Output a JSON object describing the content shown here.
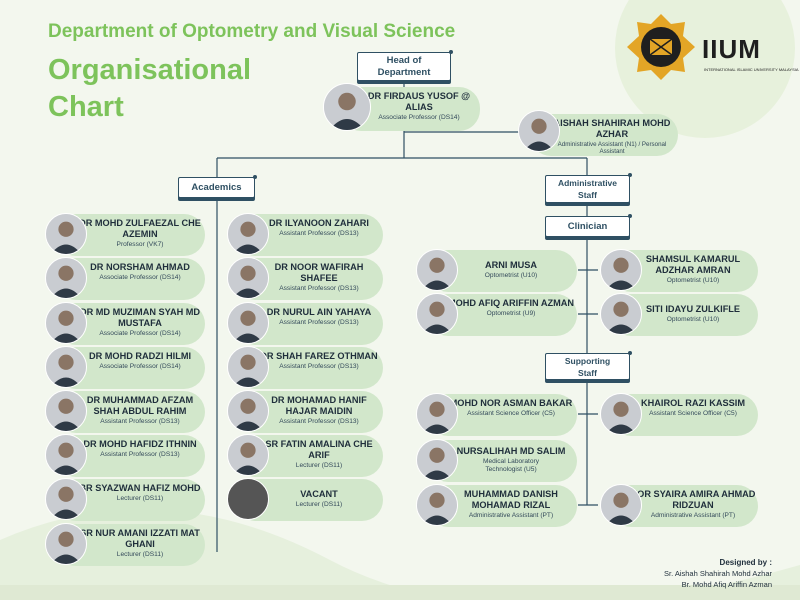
{
  "header": {
    "department": "Department of Optometry and Visual Science",
    "title_line1": "Organisational",
    "title_line2": "Chart"
  },
  "logo": {
    "text": "IIUM",
    "subtitle": "INTERNATIONAL ISLAMIC UNIVERSITY MALAYSIA"
  },
  "sections": {
    "head": "Head of Department",
    "academics": "Academics",
    "administrative": "Administrative Staff",
    "clinician": "Clinician",
    "supporting": "Supporting Staff"
  },
  "head": {
    "name": "DR FIRDAUS YUSOF @ ALIAS",
    "role": "Associate Professor (DS14)"
  },
  "assistant": {
    "name": "AISHAH SHAHIRAH MOHD AZHAR",
    "role": "Administrative Assistant (N1) / Personal Assistant"
  },
  "academics_left": [
    {
      "name": "DR MOHD ZULFAEZAL CHE AZEMIN",
      "role": "Professor (VK7)"
    },
    {
      "name": "DR NORSHAM AHMAD",
      "role": "Associate Professor (DS14)"
    },
    {
      "name": "DR MD MUZIMAN SYAH MD MUSTAFA",
      "role": "Associate Professor (DS14)"
    },
    {
      "name": "DR MOHD RADZI HILMI",
      "role": "Associate Professor (DS14)"
    },
    {
      "name": "DR MUHAMMAD AFZAM SHAH ABDUL RAHIM",
      "role": "Assistant Professor (DS13)"
    },
    {
      "name": "DR MOHD HAFIDZ ITHNIN",
      "role": "Assistant Professor (DS13)"
    },
    {
      "name": "BR SYAZWAN HAFIZ MOHD",
      "role": "Lecturer (DS11)"
    },
    {
      "name": "SR NUR AMANI IZZATI MAT GHANI",
      "role": "Lecturer (DS11)"
    }
  ],
  "academics_right": [
    {
      "name": "DR ILYANOON ZAHARI",
      "role": "Assistant Professor (DS13)"
    },
    {
      "name": "DR NOOR WAFIRAH SHAFEE",
      "role": "Assistant Professor (DS13)"
    },
    {
      "name": "DR NURUL AIN YAHAYA",
      "role": "Assistant Professor (DS13)"
    },
    {
      "name": "DR SHAH FAREZ OTHMAN",
      "role": "Assistant Professor (DS13)"
    },
    {
      "name": "DR MOHAMAD HANIF HAJAR MAIDIN",
      "role": "Assistant Professor (DS13)"
    },
    {
      "name": "SR FATIN AMALINA CHE ARIF",
      "role": "Lecturer (DS11)"
    },
    {
      "name": "VACANT",
      "role": "Lecturer (DS11)"
    }
  ],
  "clinicians_left": [
    {
      "name": "ARNI MUSA",
      "role": "Optometrist (U10)"
    },
    {
      "name": "MOHD AFIQ ARIFFIN AZMAN",
      "role": "Optometrist (U9)"
    }
  ],
  "clinicians_right": [
    {
      "name": "SHAMSUL KAMARUL ADZHAR AMRAN",
      "role": "Optometrist (U10)"
    },
    {
      "name": "SITI IDAYU ZULKIFLE",
      "role": "Optometrist (U10)"
    }
  ],
  "support_left": [
    {
      "name": "MOHD NOR ASMAN BAKAR",
      "role": "Assistant Science Officer (C5)"
    },
    {
      "name": "NURSALIHAH MD SALIM",
      "role": "Medical Laboratory Technologist (U5)"
    },
    {
      "name": "MUHAMMAD DANISH MOHAMAD RIZAL",
      "role": "Administrative Assistant (PT)"
    }
  ],
  "support_right": [
    {
      "name": "KHAIROL RAZI KASSIM",
      "role": "Assistant Science Officer (C5)"
    },
    {
      "name": "NOR SYAIRA AMIRA AHMAD RIDZUAN",
      "role": "Administrative Assistant (PT)"
    }
  ],
  "footer": {
    "label": "Designed by :",
    "line1": "Sr. Aishah Shahirah Mohd Azhar",
    "line2": "Br. Mohd Afiq Ariffin Azman"
  },
  "icons": {
    "emblem": "university-emblem-icon",
    "photo": "person-photo-icon"
  },
  "colors": {
    "accent_green": "#7dc35b",
    "card_bg": "#d2e7cb",
    "line": "#2f5063",
    "background": "#f3f7ee"
  }
}
